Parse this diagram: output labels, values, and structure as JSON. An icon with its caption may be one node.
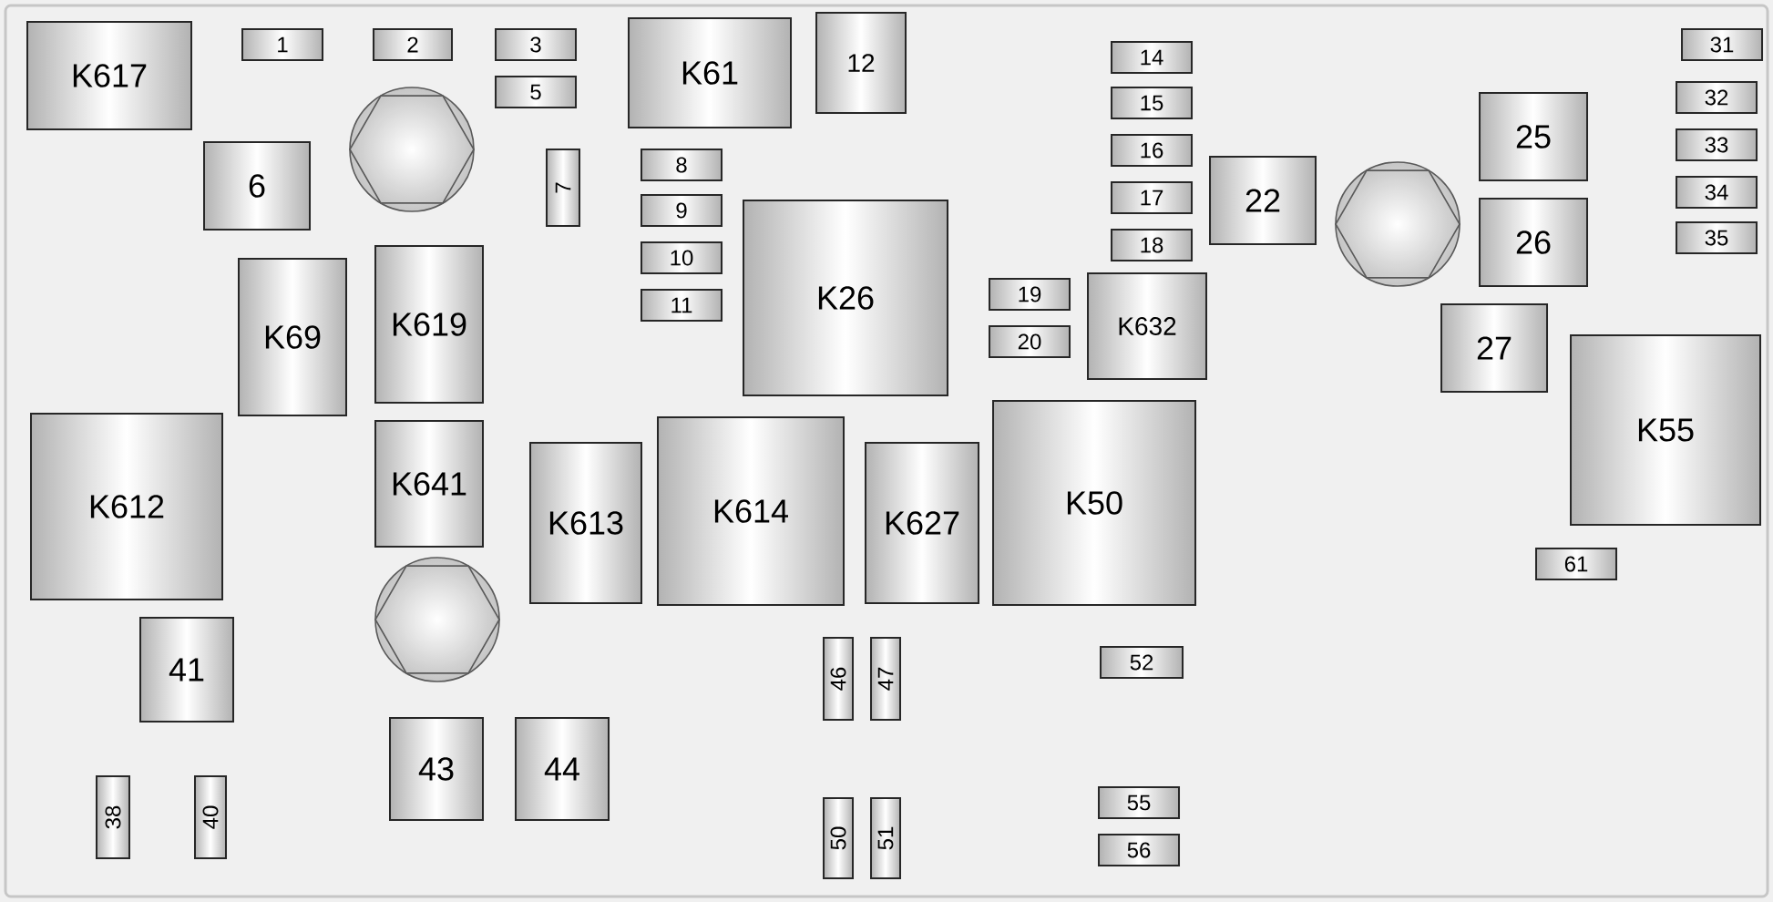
{
  "diagram": {
    "nodes": [
      {
        "text": [
          "K617"
        ]
      },
      {
        "text": [
          "1"
        ]
      },
      {
        "text": [
          "2"
        ]
      },
      {
        "text": [
          "3"
        ]
      },
      {
        "text": [
          "5"
        ]
      },
      {
        "text": [
          "K61"
        ]
      },
      {
        "text": [
          "12"
        ]
      },
      {
        "text": [
          "14"
        ]
      },
      {
        "text": [
          "31"
        ]
      },
      {
        "text": [
          "32"
        ]
      },
      {
        "text": [
          "15"
        ]
      },
      {
        "text": [
          "6"
        ]
      },
      {
        "text": [
          "7"
        ]
      },
      {
        "text": [
          "25"
        ]
      },
      {
        "text": [
          "16"
        ]
      },
      {
        "text": [
          "8"
        ]
      },
      {
        "text": [
          "33"
        ]
      },
      {
        "text": [
          "17"
        ]
      },
      {
        "text": [
          "9"
        ]
      },
      {
        "text": [
          "22"
        ]
      },
      {
        "text": [
          "34"
        ]
      },
      {
        "text": [
          "35"
        ]
      },
      {
        "text": [
          "K26"
        ]
      },
      {
        "text": [
          "18"
        ]
      },
      {
        "text": [
          "10"
        ]
      },
      {
        "text": [
          "K69"
        ]
      },
      {
        "text": [
          "K619"
        ]
      },
      {
        "text": [
          "26"
        ]
      },
      {
        "text": [
          "11"
        ]
      },
      {
        "text": [
          "19"
        ]
      },
      {
        "text": [
          "K632"
        ]
      },
      {
        "text": [
          "20"
        ]
      },
      {
        "text": [
          "27"
        ]
      },
      {
        "text": [
          "K55"
        ]
      },
      {
        "text": [
          "K612"
        ]
      },
      {
        "text": [
          "K641"
        ]
      },
      {
        "text": [
          "K613"
        ]
      },
      {
        "text": [
          "K614"
        ]
      },
      {
        "text": [
          "K627"
        ]
      },
      {
        "text": [
          "K50"
        ]
      },
      {
        "text": [
          "61"
        ]
      },
      {
        "text": [
          "41"
        ]
      },
      {
        "text": [
          "46"
        ]
      },
      {
        "text": [
          "47"
        ]
      },
      {
        "text": [
          "52"
        ]
      },
      {
        "text": [
          "43"
        ]
      },
      {
        "text": [
          "44"
        ]
      },
      {
        "text": [
          "38"
        ]
      },
      {
        "text": [
          "40"
        ]
      },
      {
        "text": [
          "55"
        ]
      },
      {
        "text": [
          "50"
        ]
      },
      {
        "text": [
          "51"
        ]
      },
      {
        "text": [
          "56"
        ]
      }
    ]
  }
}
